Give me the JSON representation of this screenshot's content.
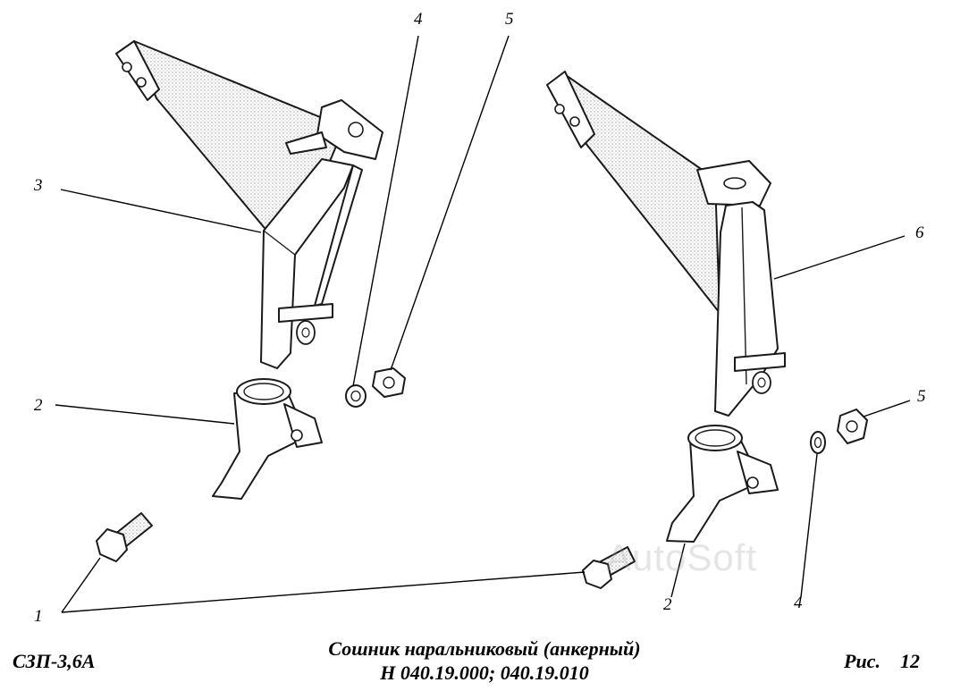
{
  "callouts": {
    "c1": "1",
    "c2_left": "2",
    "c2_right": "2",
    "c3": "3",
    "c4_top": "4",
    "c4_bottom": "4",
    "c5_top": "5",
    "c5_right": "5",
    "c6": "6"
  },
  "footer": {
    "model": "СЗП-3,6А",
    "title_line1": "Сошник наральниковый (анкерный)",
    "title_line2": "Н 040.19.000; 040.19.010",
    "fig_label": "Рис.",
    "fig_number": "12"
  },
  "watermark": "AutoSoft",
  "colors": {
    "line": "#000000",
    "shading": "#c8c8c8",
    "part_fill": "#ffffff"
  }
}
